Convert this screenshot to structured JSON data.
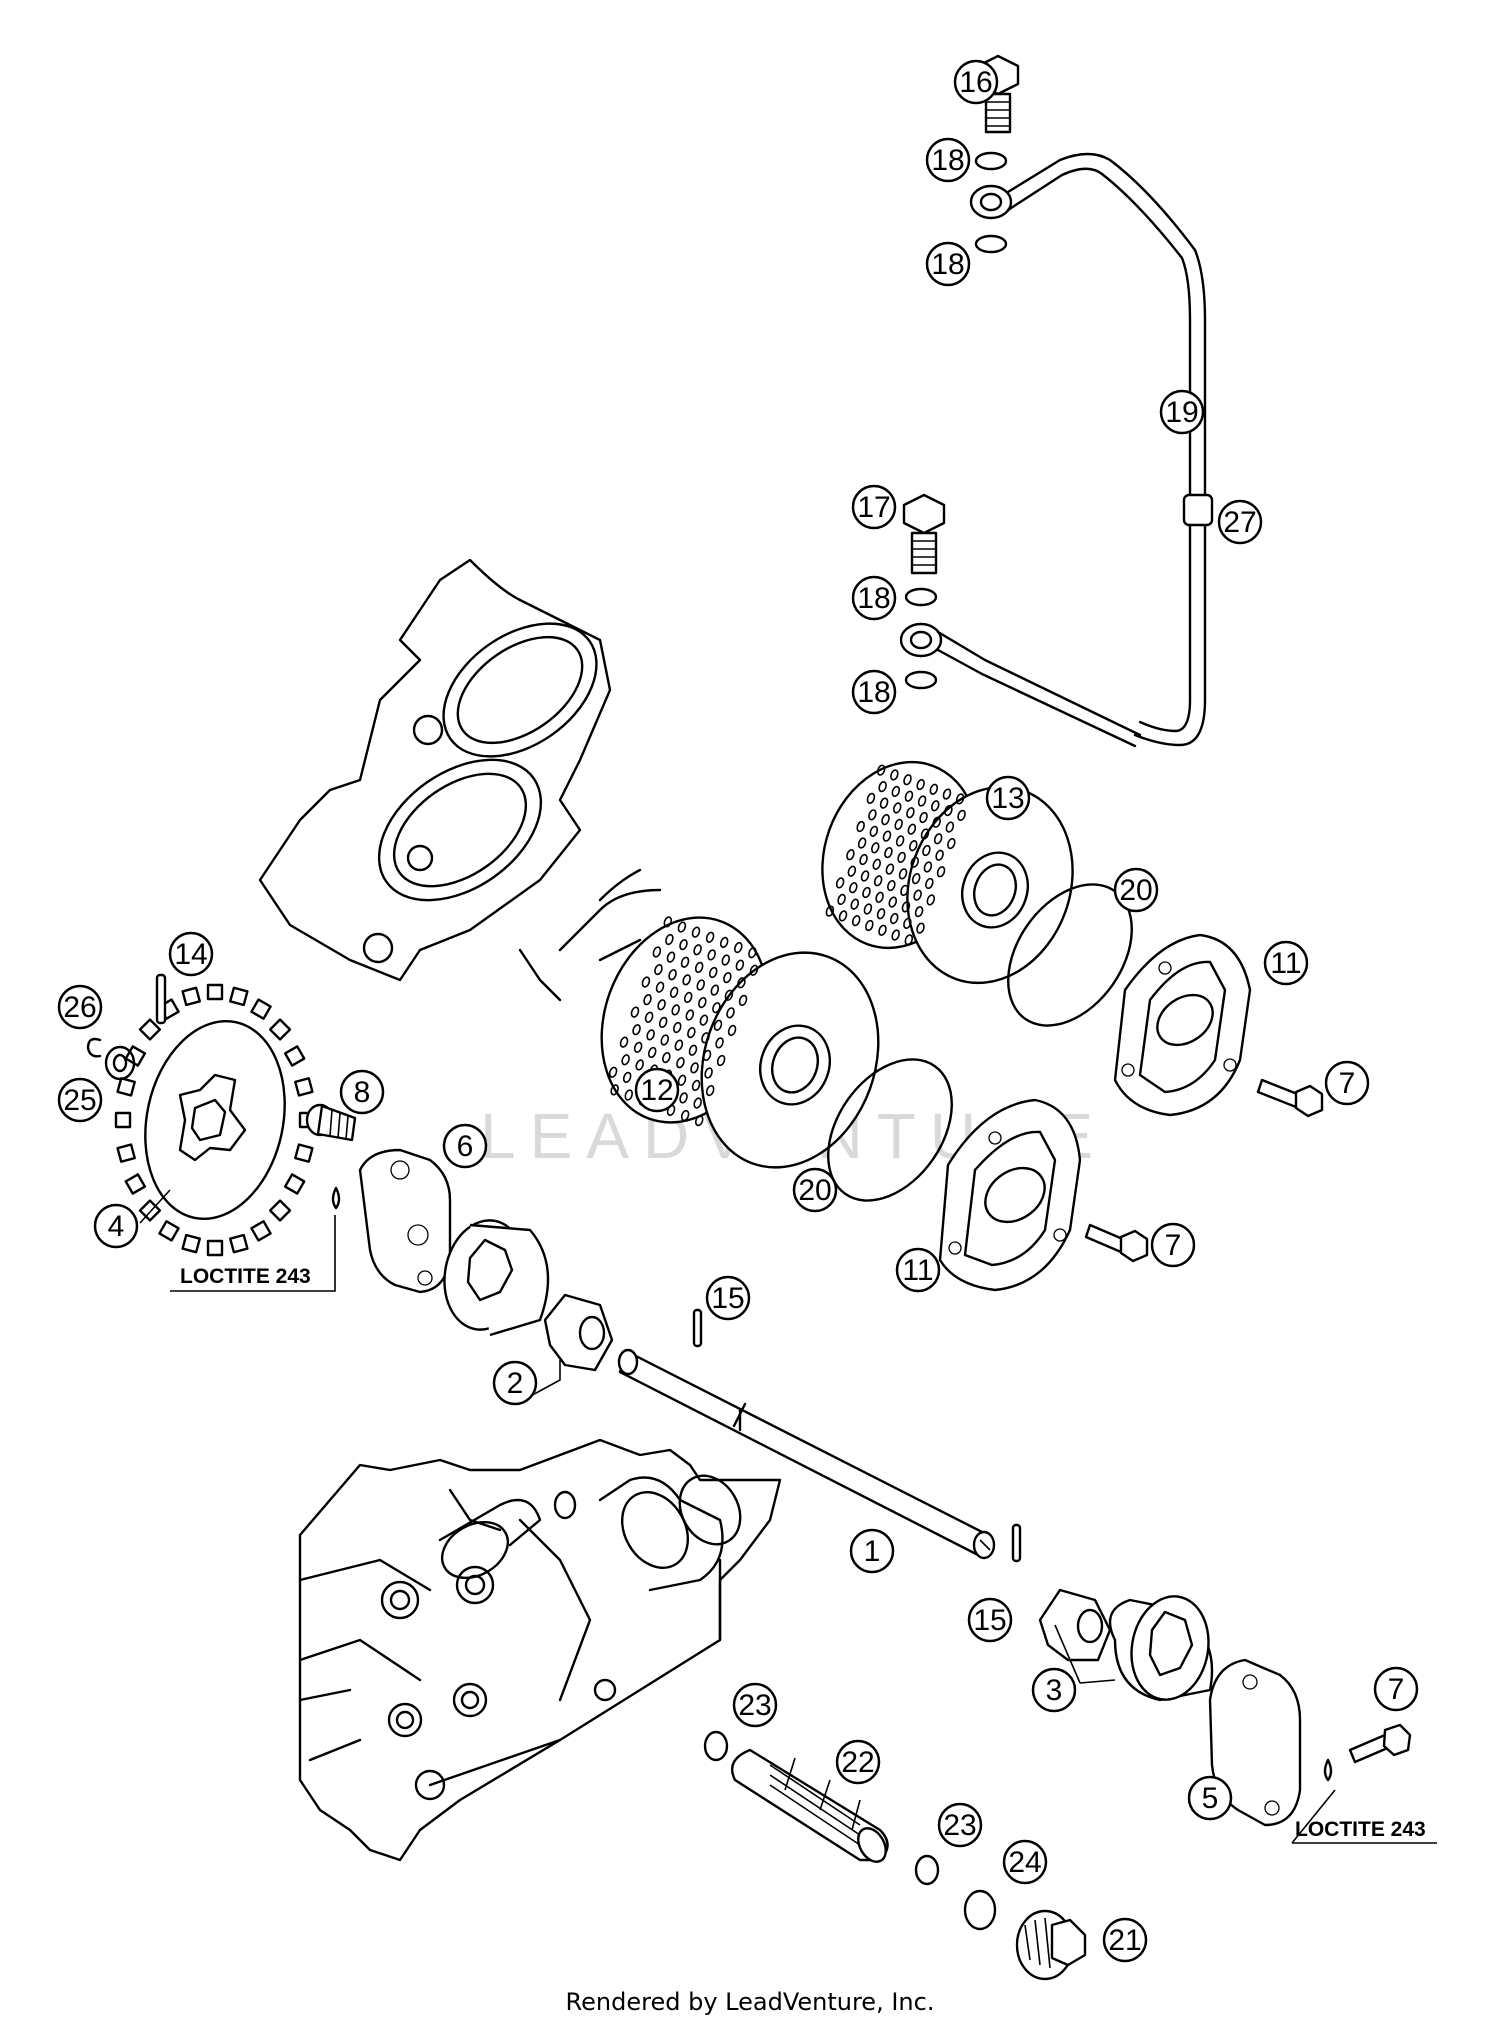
{
  "watermark": "LEADVENTURE",
  "footer": "Rendered by LeadVenture, Inc.",
  "notes": {
    "loctite_left": "LOCTITE 243",
    "loctite_right": "LOCTITE 243"
  },
  "callouts": [
    "1",
    "2",
    "3",
    "4",
    "5",
    "6",
    "7",
    "8",
    "11",
    "12",
    "13",
    "14",
    "15",
    "16",
    "17",
    "18",
    "19",
    "20",
    "21",
    "22",
    "23",
    "24",
    "25",
    "26",
    "27"
  ]
}
